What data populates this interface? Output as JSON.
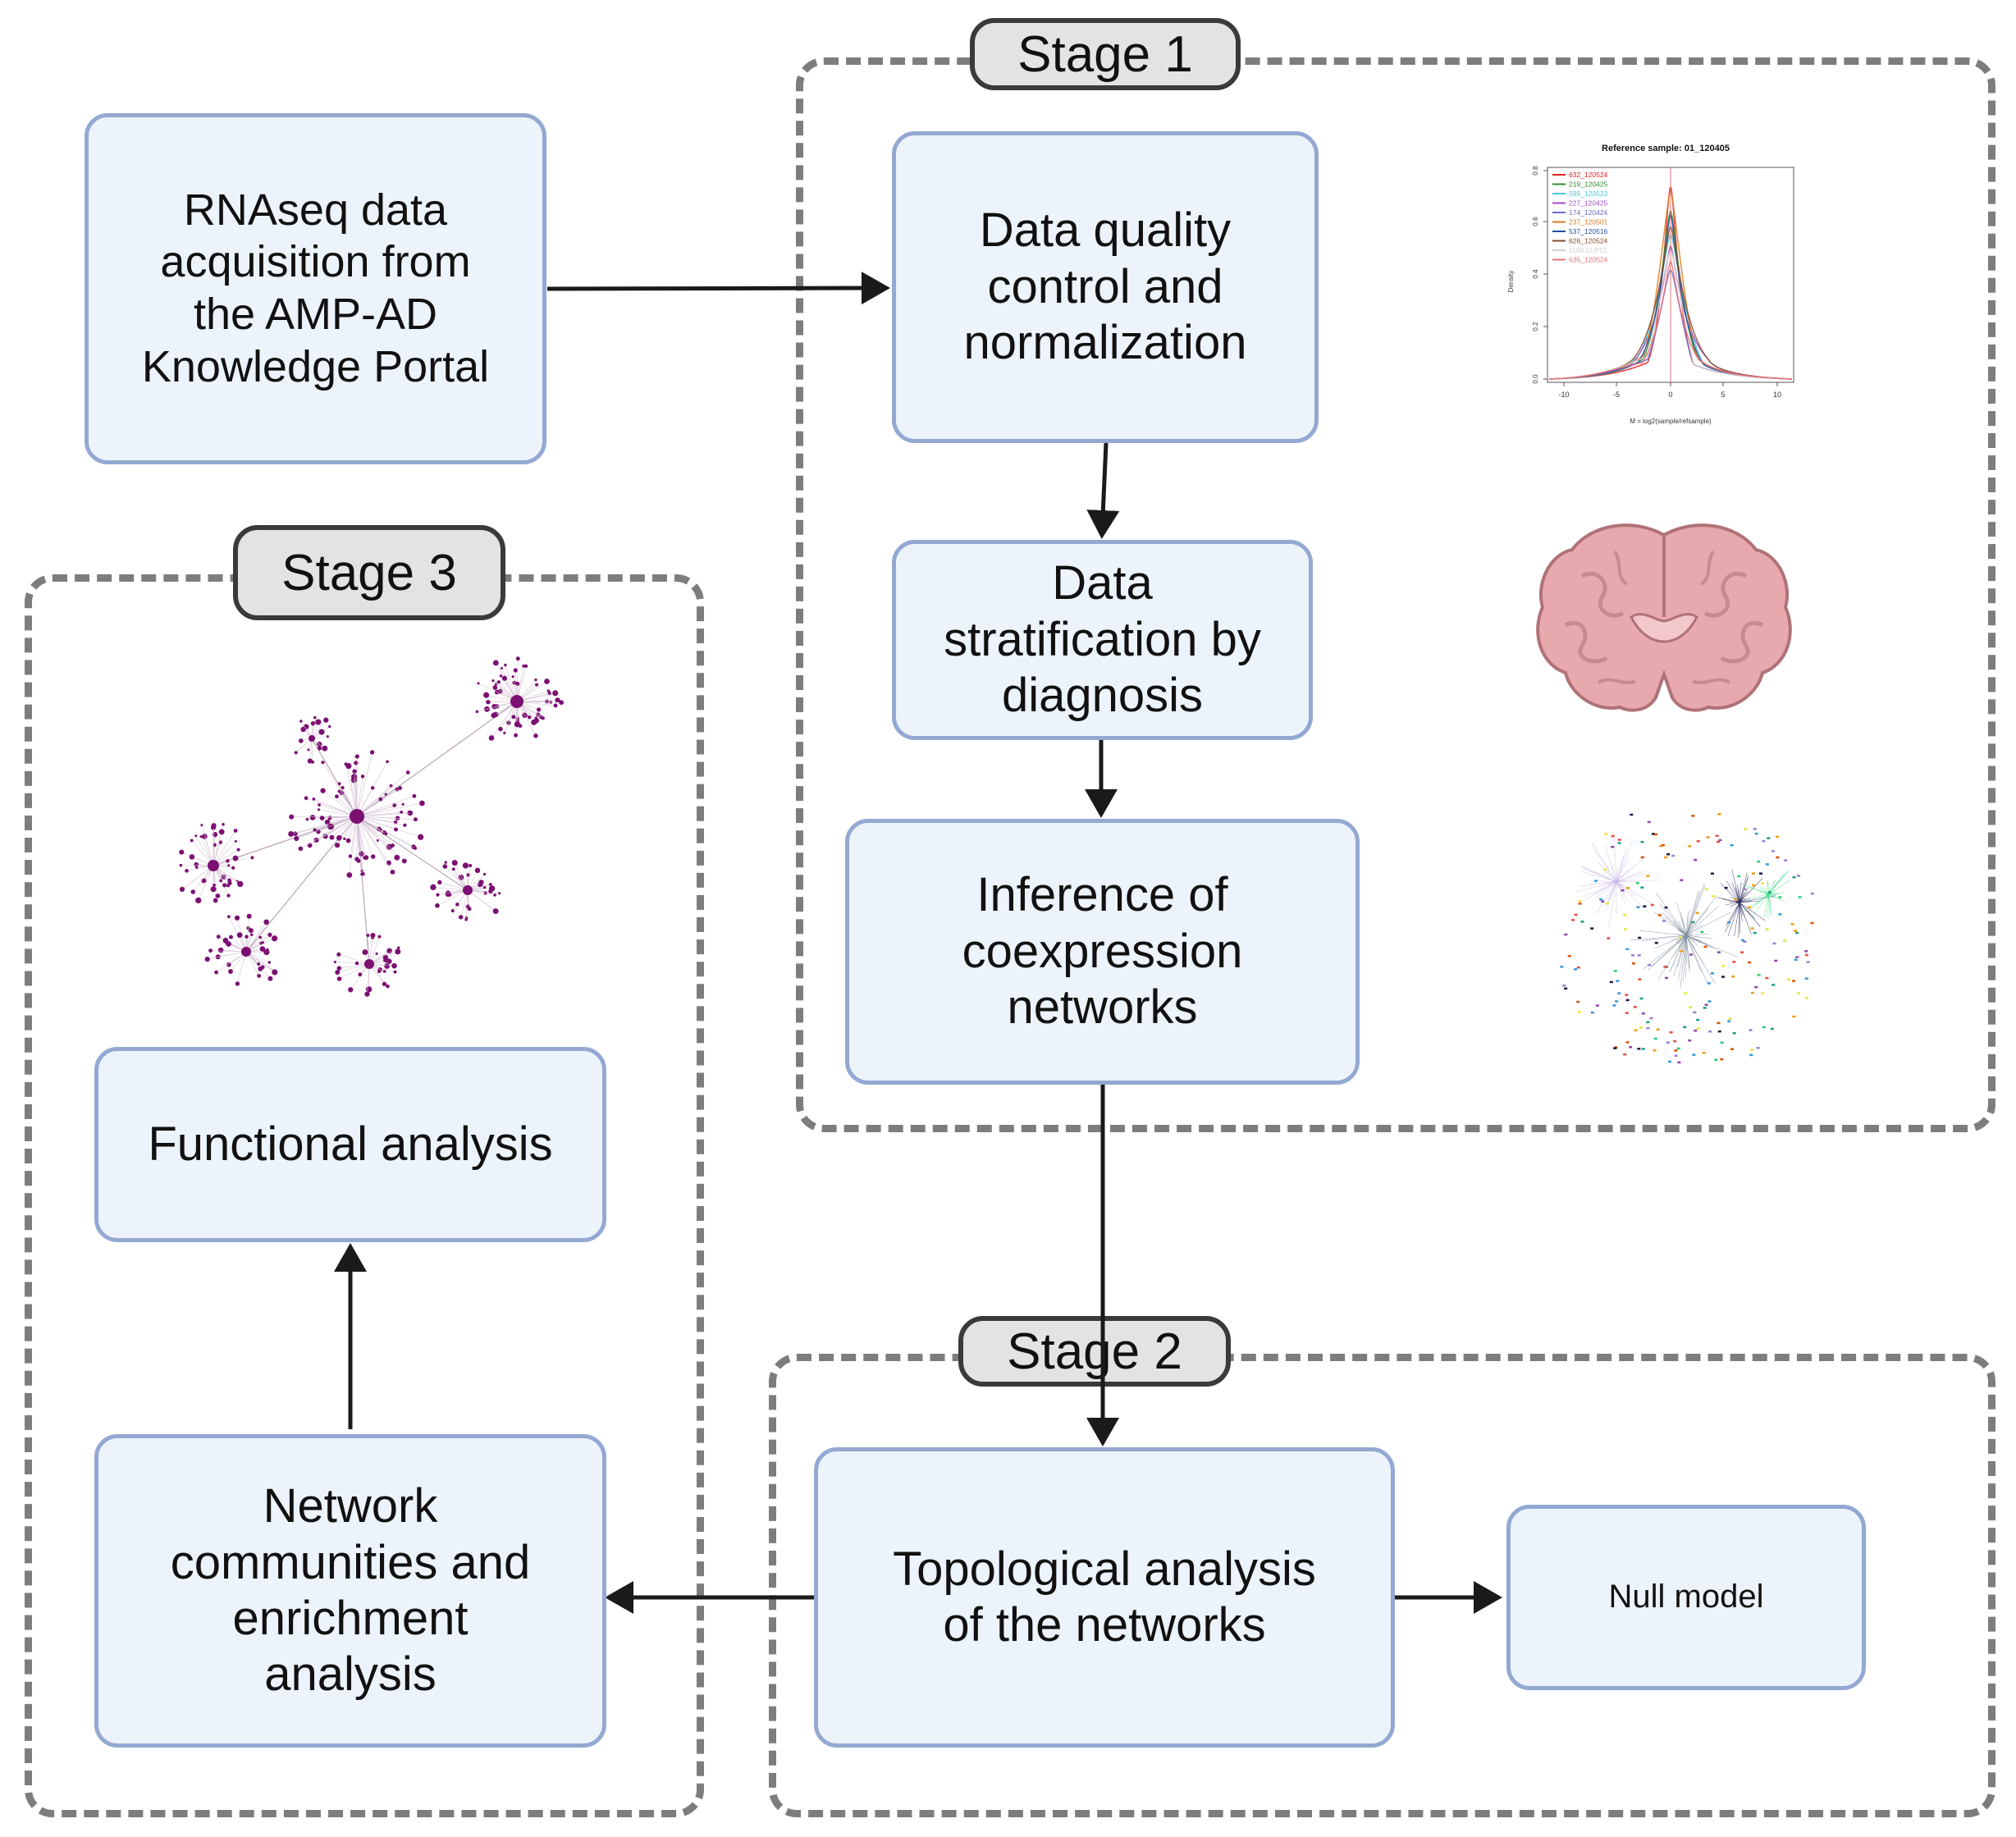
{
  "stages": {
    "stage1": "Stage 1",
    "stage2": "Stage 2",
    "stage3": "Stage 3"
  },
  "boxes": {
    "acquisition": "RNAseq  data\nacquisition from\nthe AMP-AD\nKnowledge Portal",
    "quality": "Data quality\ncontrol and\nnormalization",
    "stratification": "Data\nstratification by\ndiagnosis",
    "inference": "Inference of\ncoexpression\nnetworks",
    "topological": "Topological analysis\nof the networks",
    "null_model": "Null model",
    "communities": "Network\ncommunities and\nenrichment\nanalysis",
    "functional": "Functional analysis"
  },
  "density_plot": {
    "title": "Reference sample: 01_120405",
    "xlabel": "M = log2(sample/refsample)",
    "ylabel": "Density",
    "xticks": [
      "-10",
      "-5",
      "0",
      "5",
      "10"
    ],
    "yticks": [
      "0.0",
      "0.2",
      "0.4",
      "0.6",
      "0.8"
    ],
    "legend": [
      {
        "label": "632_120524",
        "color": "#e02020"
      },
      {
        "label": "219_120425",
        "color": "#2e8b2e"
      },
      {
        "label": "599_120523",
        "color": "#48c8e0"
      },
      {
        "label": "227_120425",
        "color": "#a04cc8"
      },
      {
        "label": "174_120424",
        "color": "#6a6ad0"
      },
      {
        "label": "237_120501",
        "color": "#e07820"
      },
      {
        "label": "537_120516",
        "color": "#2050a0"
      },
      {
        "label": "626_120524",
        "color": "#8a4a2a"
      },
      {
        "label": "1165 CLP12",
        "color": "#d0d0d0"
      },
      {
        "label": "635_120524",
        "color": "#f07070"
      }
    ]
  },
  "colors": {
    "box_fill": "#edf3fb",
    "box_border": "#93a8d2",
    "dash": "#7d7d7d",
    "arrow": "#1a1a1a",
    "network_purple": "#7b0f72",
    "brain": "#e7a9ad"
  },
  "icons": {
    "density": "density-plot-illustration",
    "brain": "brain-coronal-section-icon",
    "coexpression": "coexpression-network-illustration",
    "communities": "community-network-illustration"
  }
}
